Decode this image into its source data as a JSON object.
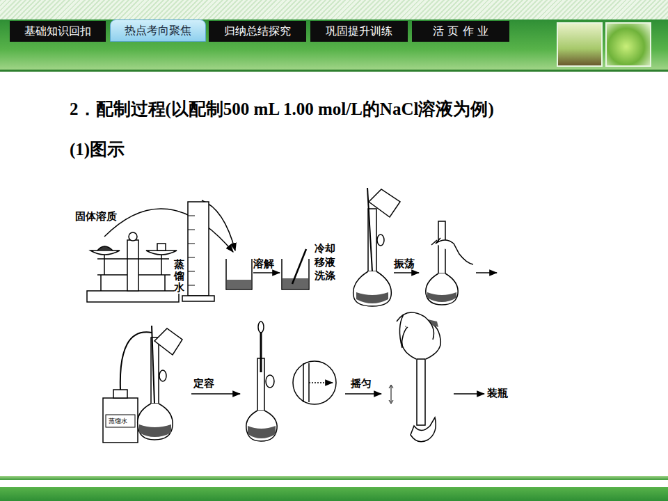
{
  "diagram": {
    "title": "2．配制过程(以配制500 mL 1.00 mol/L的NaCl溶液为例)",
    "nodes": [
      {
        "text": [
          "基础知识回扣"
        ]
      },
      {
        "text": [
          "热点考向聚焦"
        ]
      },
      {
        "text": [
          "归纳总结探究"
        ]
      },
      {
        "text": [
          "巩固提升训练"
        ]
      },
      {
        "text": [
          "活 页 作 业"
        ]
      }
    ],
    "edges": [],
    "labels": [
      "(1)图示",
      "固体溶质",
      "蒸馏水",
      "溶解",
      "冷却 移液 洗涤",
      "振荡",
      "蒸馏水",
      "定容",
      "摇匀",
      "装瓶"
    ]
  }
}
